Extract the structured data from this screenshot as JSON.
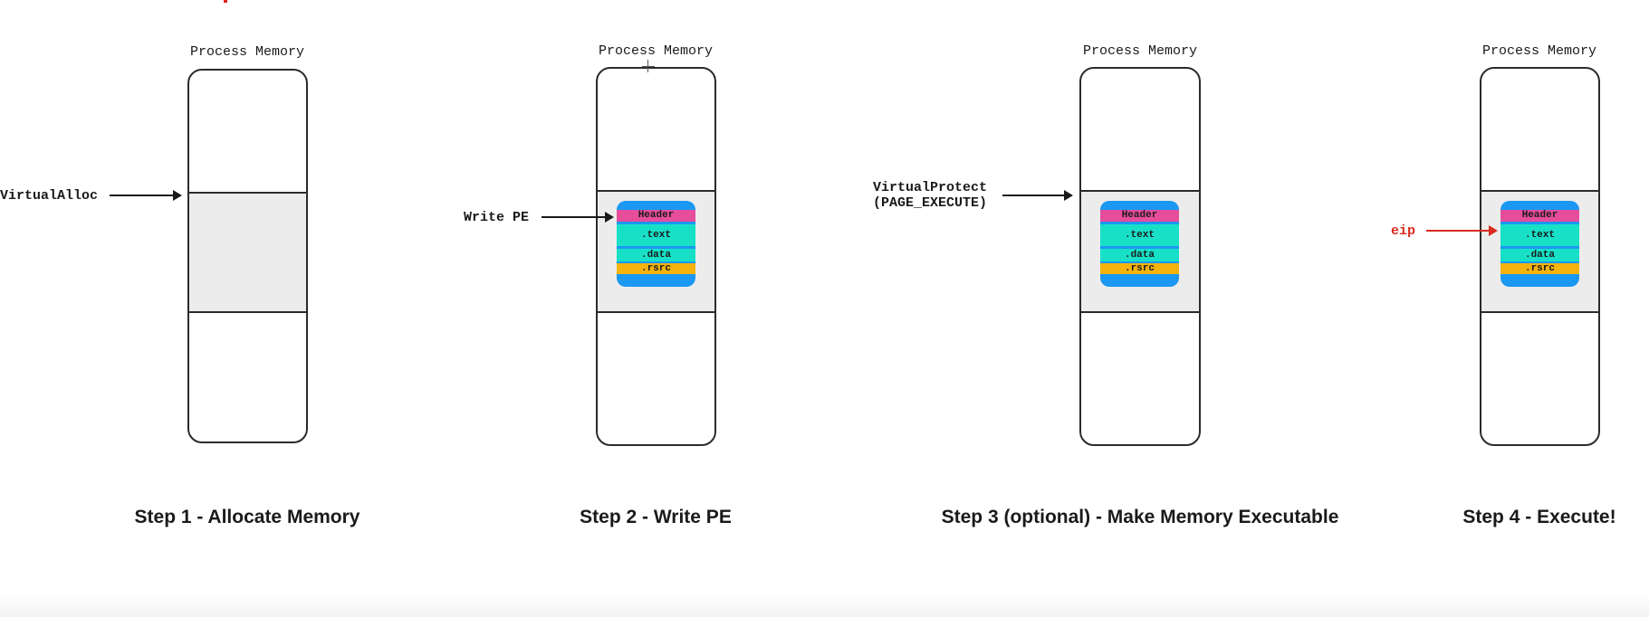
{
  "memory_label": "Process Memory",
  "pe_sections": {
    "header": "Header",
    "text": ".text",
    "data": ".data",
    "rsrc": ".rsrc"
  },
  "steps": [
    {
      "title": "Step 1 - Allocate Memory",
      "action": "VirtualAlloc"
    },
    {
      "title": "Step 2 - Write PE",
      "action": "Write PE"
    },
    {
      "title": "Step 3 (optional) - Make Memory Executable",
      "action": "VirtualProtect\n(PAGE_EXECUTE)"
    },
    {
      "title": "Step 4 - Execute!",
      "action": "eip"
    }
  ],
  "colors": {
    "pe_body": "#1a98f2",
    "header": "#e64d9b",
    "sections": "#17e0c7",
    "rsrc": "#f4b30d",
    "eip_arrow": "#d92b1f",
    "allocated_region": "#ececec"
  }
}
